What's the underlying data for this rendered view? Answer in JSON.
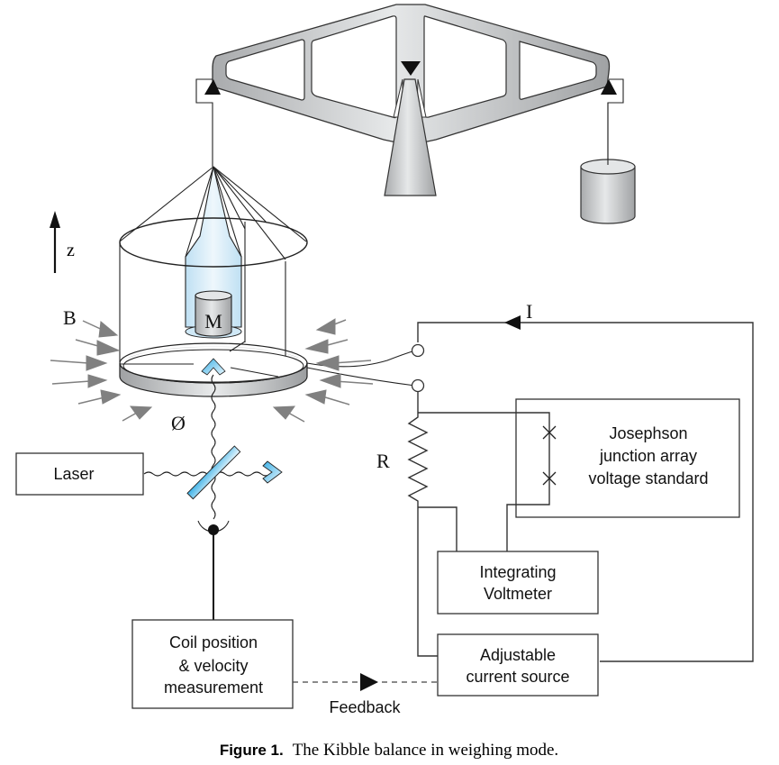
{
  "figure": {
    "caption_label": "Figure 1.",
    "caption_text": "The Kibble balance in weighing mode."
  },
  "labels": {
    "z_axis": "z",
    "magnetic_field": "B",
    "mass": "M",
    "phase": "Ø",
    "current": "I",
    "resistor": "R",
    "feedback": "Feedback"
  },
  "boxes": {
    "laser": "Laser",
    "coil_position": [
      "Coil position",
      "& velocity",
      "measurement"
    ],
    "josephson": [
      "Josephson",
      "junction array",
      "voltage standard"
    ],
    "voltmeter": [
      "Integrating",
      "Voltmeter"
    ],
    "current_source": [
      "Adjustable",
      "current source"
    ]
  },
  "colors": {
    "metal_gray": "#b9bbbd",
    "light_blue": "#cfe8f6",
    "optic_blue": "#5bbde8",
    "field_arrow": "#808080",
    "line": "#333333"
  }
}
